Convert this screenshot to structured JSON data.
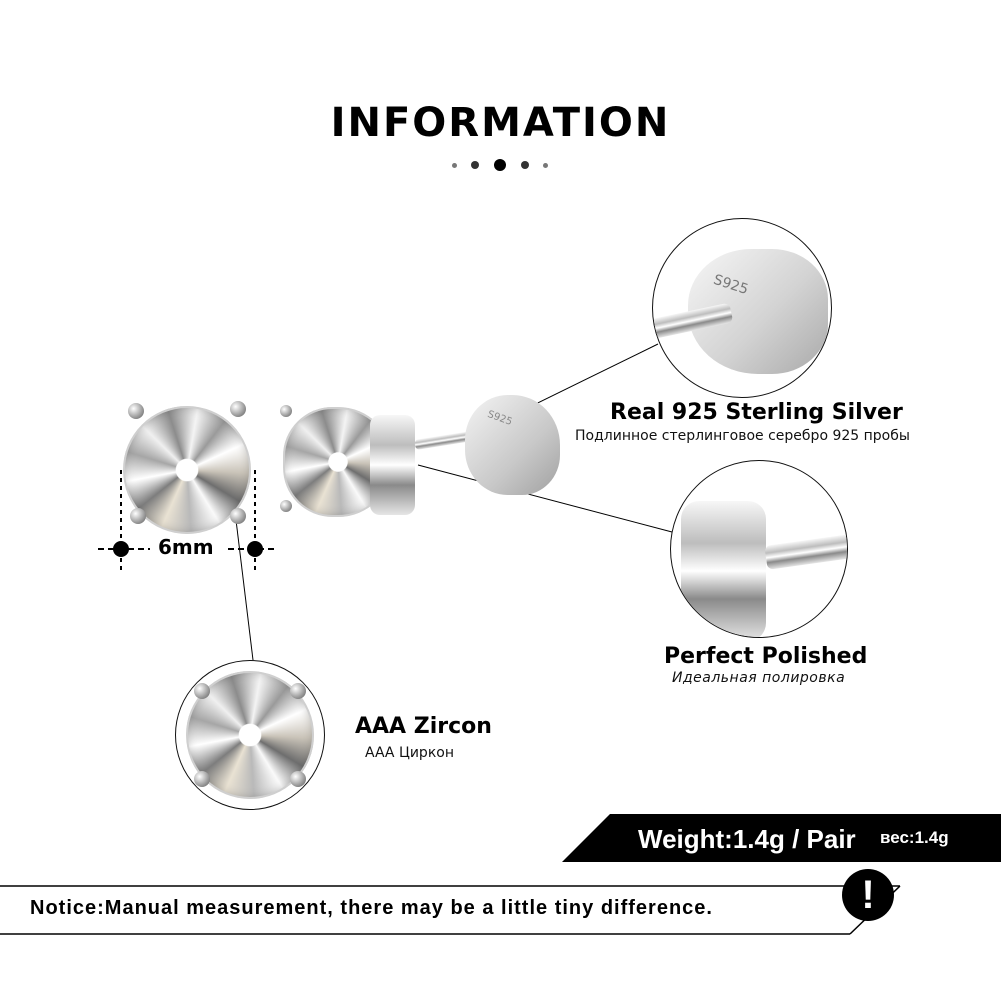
{
  "header": {
    "title": "INFORMATION",
    "dots": [
      {
        "size": 5,
        "color": "#777777"
      },
      {
        "size": 8,
        "color": "#333333"
      },
      {
        "size": 12,
        "color": "#000000"
      },
      {
        "size": 8,
        "color": "#333333"
      },
      {
        "size": 5,
        "color": "#777777"
      }
    ]
  },
  "measurement": {
    "label": "6mm"
  },
  "features": [
    {
      "id": "silver",
      "title_en": "Real 925  Sterling  Silver",
      "title_ru": "Подлинное стерлинговое серебро 925 пробы",
      "stamp": "S925"
    },
    {
      "id": "polished",
      "title_en": "Perfect  Polished",
      "title_ru": "Идеальная полировка"
    },
    {
      "id": "zircon",
      "title_en": "AAA  Zircon",
      "title_ru": "AAA Циркон"
    }
  ],
  "product": {
    "stamp": "S925"
  },
  "weight": {
    "main": "Weight:1.4g / Pair",
    "ru": "вес:1.4g"
  },
  "notice": {
    "text": "Notice:Manual measurement, there may be a little tiny difference.",
    "icon": "!"
  },
  "colors": {
    "background": "#ffffff",
    "text": "#000000",
    "banner": "#000000",
    "banner_text": "#ffffff"
  }
}
